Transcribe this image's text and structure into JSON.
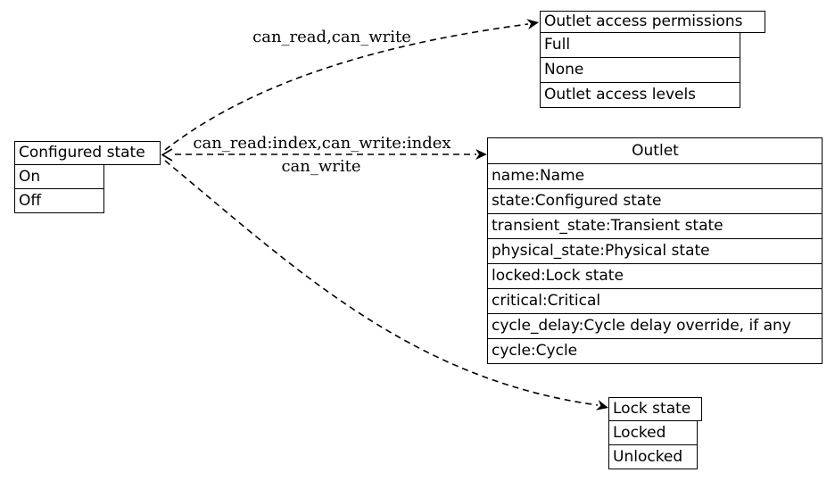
{
  "nodes": {
    "configured_state": {
      "title": "Configured state",
      "rows": [
        "On",
        "Off"
      ]
    },
    "outlet_access_permissions": {
      "title": "Outlet access permissions",
      "rows": [
        "Full",
        "None",
        "Outlet access levels"
      ]
    },
    "outlet": {
      "title": "Outlet",
      "rows": [
        "name:Name",
        "state:Configured state",
        "transient_state:Transient state",
        "physical_state:Physical state",
        "locked:Lock state",
        "critical:Critical",
        "cycle_delay:Cycle delay override, if any",
        "cycle:Cycle"
      ]
    },
    "lock_state": {
      "title": "Lock state",
      "rows": [
        "Locked",
        "Unlocked"
      ]
    }
  },
  "edges": {
    "permissions_label": "can_read,can_write",
    "outlet_label_top": "can_read:index,can_write:index",
    "outlet_label_bottom": "can_write"
  },
  "colors": {
    "stroke": "#000000",
    "background": "#ffffff",
    "text": "#000000"
  }
}
